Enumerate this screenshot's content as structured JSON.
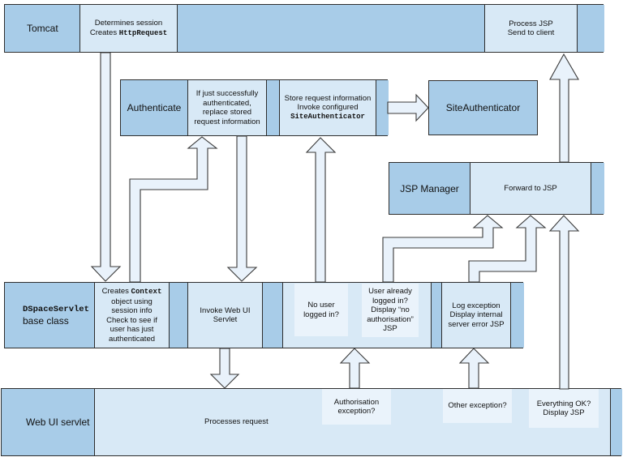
{
  "colors": {
    "dark": "#A8CCE8",
    "light": "#D8E9F6",
    "lighter": "#EAF3FB",
    "arrow": "#E9F2FB",
    "border": "#2E2E2E"
  },
  "diagram": {
    "tomcat": {
      "label": "Tomcat",
      "determines_line1": "Determines session",
      "determines_prefix": "Creates ",
      "determines_code": "HttpRequest",
      "process": "Process JSP\nSend to client"
    },
    "authenticate": {
      "label": "Authenticate",
      "if_just": "If just successfully\nauthenticated,\nreplace stored\nrequest information",
      "store_lines": "Store request information\nInvoke configured",
      "store_code": "SiteAuthenticator"
    },
    "site_authenticator": {
      "label": "SiteAuthenticator"
    },
    "jsp_manager": {
      "label": "JSP Manager",
      "forward": "Forward to JSP"
    },
    "dspace_servlet": {
      "label_code": "DSpaceServlet",
      "label_rest": "base class",
      "creates_prefix": "Creates ",
      "creates_code": "Context",
      "creates_rest": "object using\nsession info\nCheck to see if\nuser has just\nauthenticated",
      "invoke": "Invoke Web UI\nServlet",
      "no_user": "No user\nlogged in?",
      "user_already": "User already\nlogged in?\nDisplay “no\nauthorisation”\nJSP",
      "log_exception": "Log exception\nDisplay internal\nserver error JSP"
    },
    "web_ui_servlet": {
      "label": "Web UI servlet",
      "processes": "Processes request",
      "auth_exception": "Authorisation\nexception?",
      "other_exception": "Other exception?",
      "everything_ok": "Everything OK?\nDisplay JSP"
    },
    "connections": [
      {
        "from": "tomcat.determines_session",
        "to": "dspace_servlet.creates_context"
      },
      {
        "from": "dspace_servlet.creates_context",
        "to": "authenticate.if_authenticated"
      },
      {
        "from": "authenticate.if_authenticated",
        "to": "dspace_servlet.invoke_web_ui"
      },
      {
        "from": "dspace_servlet.no_user_logged_in",
        "to": "authenticate.store_request"
      },
      {
        "from": "authenticate.store_request",
        "to": "site_authenticator"
      },
      {
        "from": "dspace_servlet.invoke_web_ui",
        "to": "web_ui_servlet.processes_request"
      },
      {
        "from": "web_ui_servlet.authorisation_exception",
        "to": "dspace_servlet.no_user_logged_in"
      },
      {
        "from": "web_ui_servlet.other_exception",
        "to": "dspace_servlet.log_exception"
      },
      {
        "from": "web_ui_servlet.everything_ok",
        "to": "jsp_manager.forward_to_jsp"
      },
      {
        "from": "dspace_servlet.user_already_logged_in",
        "to": "jsp_manager.forward_to_jsp"
      },
      {
        "from": "dspace_servlet.log_exception",
        "to": "jsp_manager.forward_to_jsp"
      },
      {
        "from": "jsp_manager.forward_to_jsp",
        "to": "tomcat.process_jsp"
      }
    ]
  }
}
